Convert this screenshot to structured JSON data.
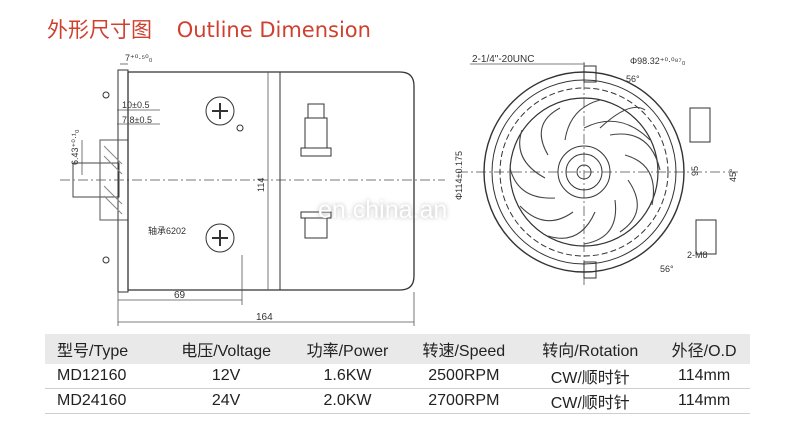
{
  "title": {
    "cn": "外形尺寸图",
    "en": "Outline Dimension"
  },
  "drawing": {
    "side_view": {
      "dims": {
        "shaft_len": "7⁺⁰·⁵⁰₀",
        "d10": "10±0.5",
        "d78": "7.8±0.5",
        "d643": "6.43⁺⁰·¹₀",
        "d114": "114",
        "d69": "69",
        "d164": "164"
      },
      "bearing_label": "轴承6202"
    },
    "front_view": {
      "thread_label": "2-1/4\"-20UNC",
      "bolt_circle": "Φ98.32⁺⁰·⁰⁸⁷₀",
      "dia_label": "Φ114±0.175",
      "angle_56_top": "56°",
      "angle_56_bottom": "56°",
      "angle_45": "45°",
      "d95": "95",
      "m8_label": "2-M8"
    },
    "watermark": "en.china.an"
  },
  "specs": {
    "headers": [
      "型号/Type",
      "电压/Voltage",
      "功率/Power",
      "转速/Speed",
      "转向/Rotation",
      "外径/O.D"
    ],
    "rows": [
      [
        "MD12160",
        "12V",
        "1.6KW",
        "2500RPM",
        "CW/顺时针",
        "114mm"
      ],
      [
        "MD24160",
        "24V",
        "2.0KW",
        "2700RPM",
        "CW/顺时针",
        "114mm"
      ]
    ]
  }
}
